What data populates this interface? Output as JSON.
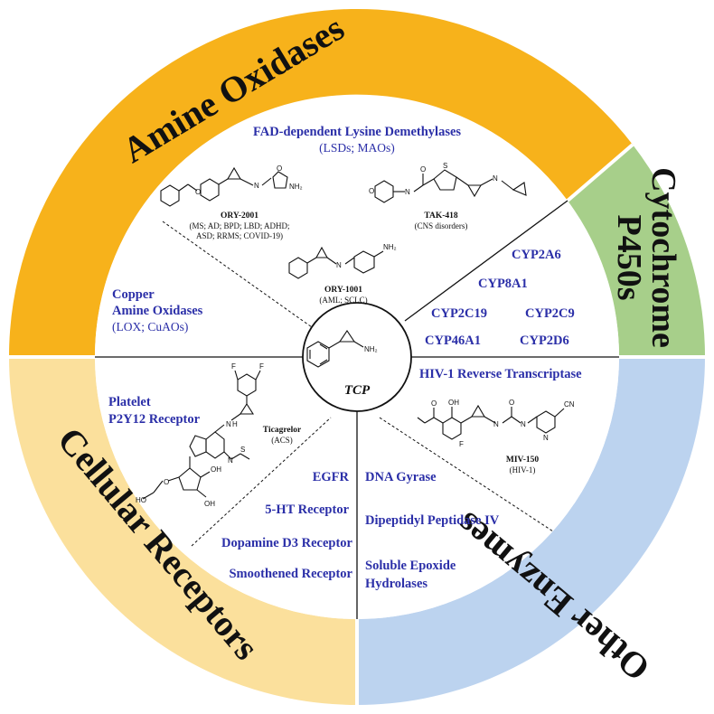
{
  "colors": {
    "amine_oxidases": "#f7b21b",
    "cytochrome": "#a7cf8a",
    "other_enzymes": "#bcd3ef",
    "cellular_receptors": "#fbe09c",
    "target_text": "#2b2fa8"
  },
  "ring": {
    "amine_oxidases": "Amine Oxidases",
    "cytochrome_line1": "Cytochrome",
    "cytochrome_line2": "P450s",
    "other_enzymes": "Other Enzymes",
    "cellular_receptors": "Cellular Receptors"
  },
  "center": {
    "label": "TCP",
    "nh2": "NH₂"
  },
  "lsd": {
    "title": "FAD-dependent Lysine Demethylases",
    "subtitle": "(LSDs; MAOs)",
    "drugs": [
      {
        "name": "ORY-2001",
        "indication_line1": "(MS; AD; BPD; LBD; ADHD;",
        "indication_line2": "ASD; RRMS; COVID-19)"
      },
      {
        "name": "TAK-418",
        "indication_line1": "(CNS disorders)"
      },
      {
        "name": "ORY-1001",
        "indication_line1": "(AML; SCLC)"
      }
    ]
  },
  "copper": {
    "line1": "Copper",
    "line2": "Amine Oxidases",
    "sub": "(LOX; CuAOs)"
  },
  "cyp": [
    "CYP2A6",
    "CYP8A1",
    "CYP2C19",
    "CYP2C9",
    "CYP46A1",
    "CYP2D6"
  ],
  "hiv": {
    "title": "HIV-1 Reverse Transcriptase",
    "drug": "MIV-150",
    "indication": "(HIV-1)"
  },
  "enzymes": [
    "DNA Gyrase",
    "Dipeptidyl Peptidase IV",
    "Soluble Epoxide",
    "Hydrolases"
  ],
  "platelet": {
    "line1": "Platelet",
    "line2": "P2Y12 Receptor",
    "drug": "Ticagrelor",
    "indication": "(ACS)"
  },
  "receptors": [
    "EGFR",
    "5-HT Receptor",
    "Dopamine D3 Receptor",
    "Smoothened Receptor"
  ],
  "atoms": {
    "n": "N",
    "h": "H",
    "o": "O",
    "s": "S",
    "f": "F",
    "cn": "CN",
    "oh": "OH",
    "ho": "HO",
    "nh2": "NH₂"
  }
}
